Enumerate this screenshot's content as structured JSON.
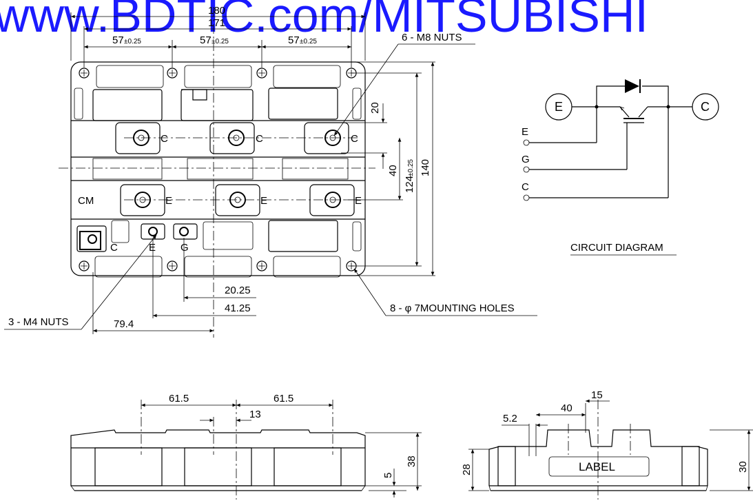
{
  "watermark": "www.BDTIC.com/MITSUBISHI",
  "top_view": {
    "dims": {
      "width_outer": "180",
      "width_inner": "171",
      "pitch_a": "57",
      "tol_a": "±0.25",
      "pitch_b": "57",
      "tol_b": "±0.25",
      "pitch_c": "57",
      "tol_c": "±0.25",
      "d20": "20",
      "d40": "40",
      "d124": "124",
      "tol_124": "±0.25",
      "d140": "140",
      "d2025": "20.25",
      "d4125": "41.25",
      "d794": "79.4"
    },
    "callouts": {
      "m8": "6 - M8 NUTS",
      "m4": "3 - M4 NUTS",
      "holes": "8 - φ 7MOUNTING HOLES"
    },
    "terminals": {
      "c": "C",
      "e": "E",
      "g": "G",
      "module": "CM"
    }
  },
  "circuit": {
    "caption": "CIRCUIT DIAGRAM",
    "node_e": "E",
    "node_c": "C",
    "term_e": "E",
    "term_g": "G",
    "term_c": "C"
  },
  "front_view": {
    "d615a": "61.5",
    "d615b": "61.5",
    "d13": "13",
    "d5": "5",
    "d38": "38"
  },
  "side_view": {
    "d15": "15",
    "d40": "40",
    "d52": "5.2",
    "d28": "28",
    "d30": "30",
    "label": "LABEL"
  }
}
